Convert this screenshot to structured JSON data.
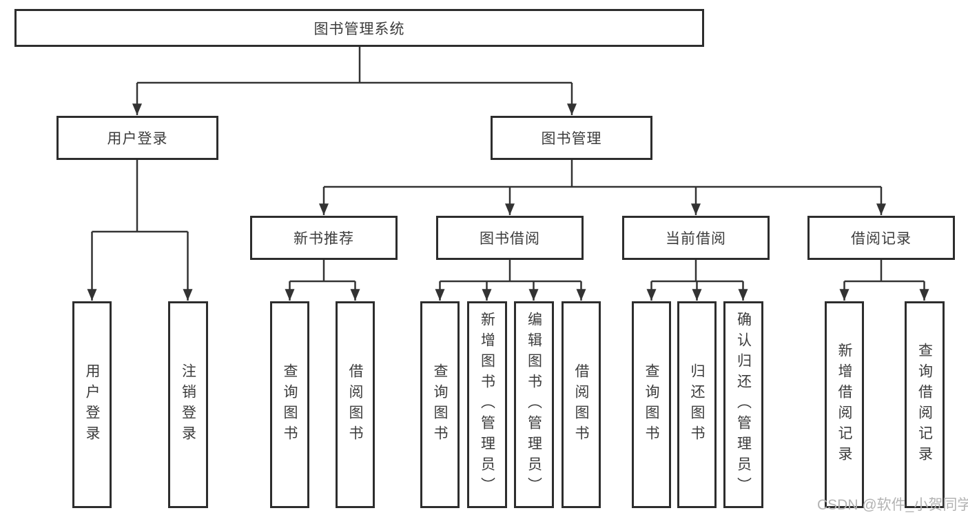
{
  "diagram": {
    "tree": {
      "root": {
        "label": "图书管理系统",
        "children": [
          {
            "label": "用户登录",
            "children": [
              {
                "label": "用户登录"
              },
              {
                "label": "注销登录"
              }
            ]
          },
          {
            "label": "图书管理",
            "children": [
              {
                "label": "新书推荐",
                "children": [
                  {
                    "label": "查询图书"
                  },
                  {
                    "label": "借阅图书"
                  }
                ]
              },
              {
                "label": "图书借阅",
                "children": [
                  {
                    "label": "查询图书"
                  },
                  {
                    "label": "新增图书（管理员）"
                  },
                  {
                    "label": "编辑图书（管理员）"
                  },
                  {
                    "label": "借阅图书"
                  }
                ]
              },
              {
                "label": "当前借阅",
                "children": [
                  {
                    "label": "查询图书"
                  },
                  {
                    "label": "归还图书"
                  },
                  {
                    "label": "确认归还（管理员）"
                  }
                ]
              },
              {
                "label": "借阅记录",
                "children": [
                  {
                    "label": "新增借阅记录"
                  },
                  {
                    "label": "查询借阅记录"
                  }
                ]
              }
            ]
          }
        ]
      }
    },
    "line_color": "#333333",
    "border_color": "#2d2d2d",
    "text_color": "#3c3c3c"
  },
  "watermark": {
    "text": "CSDN @软件_小贺同学"
  }
}
